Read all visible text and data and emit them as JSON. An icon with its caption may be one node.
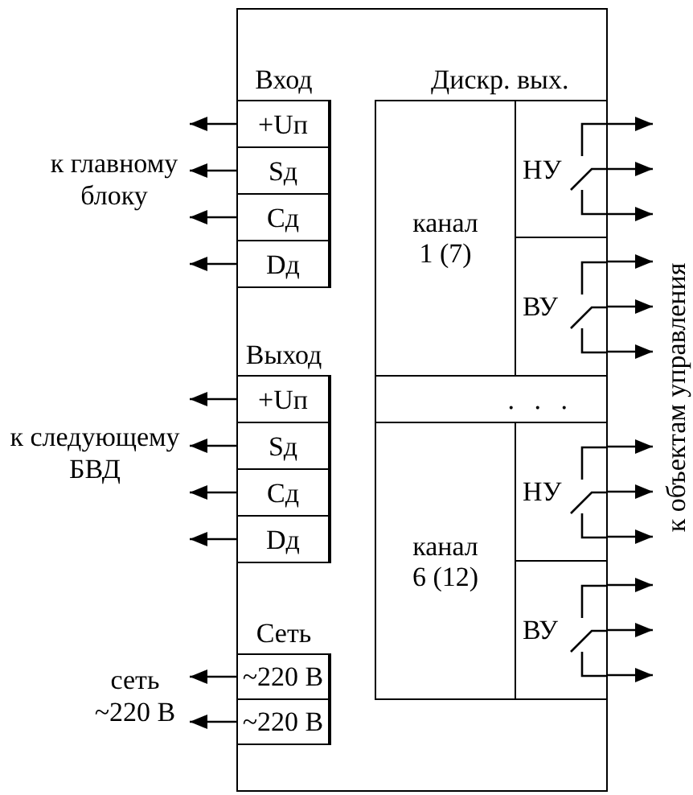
{
  "diagram": {
    "nodes": [
      {
        "text": [],
        "shape": "box"
      },
      {
        "text": [
          "к главному блоку"
        ]
      },
      {
        "text": [
          "Вход"
        ],
        "in": 0
      },
      {
        "text": [
          "+Uп"
        ],
        "in": 2
      },
      {
        "text": [
          "Sд"
        ],
        "in": 2
      },
      {
        "text": [
          "Cд"
        ],
        "in": 2
      },
      {
        "text": [
          "Dд"
        ],
        "in": 2
      },
      {
        "text": [
          "к следующему БВД"
        ]
      },
      {
        "text": [
          "Выход"
        ],
        "in": 0
      },
      {
        "text": [
          "+Uп"
        ],
        "in": 8
      },
      {
        "text": [
          "Sд"
        ],
        "in": 8
      },
      {
        "text": [
          "Cд"
        ],
        "in": 8
      },
      {
        "text": [
          "Dд"
        ],
        "in": 8
      },
      {
        "text": [
          "сеть ~220 В"
        ]
      },
      {
        "text": [
          "Сеть"
        ],
        "in": 0
      },
      {
        "text": [
          "~220 В"
        ],
        "in": 14
      },
      {
        "text": [
          "~220 В"
        ],
        "in": 14
      },
      {
        "text": [
          "Дискр. вых."
        ],
        "in": 0
      },
      {
        "text": [
          "канал 1 (7)"
        ],
        "in": 17
      },
      {
        "text": [
          "НУ"
        ],
        "in": 17
      },
      {
        "text": [
          "ВУ"
        ],
        "in": 17
      },
      {
        "text": [
          ". . ."
        ],
        "in": 17
      },
      {
        "text": [
          "канал 6 (12)"
        ],
        "in": 17
      },
      {
        "text": [
          "НУ"
        ],
        "in": 17
      },
      {
        "text": [
          "ВУ"
        ],
        "in": 17
      },
      {
        "text": [
          "к объектам управления"
        ]
      }
    ],
    "edges": [
      {
        "from": 3,
        "to": 1,
        "arrow": "to"
      },
      {
        "from": 4,
        "to": 1,
        "arrow": "to"
      },
      {
        "from": 5,
        "to": 1,
        "arrow": "to"
      },
      {
        "from": 6,
        "to": 1,
        "arrow": "to"
      },
      {
        "from": 9,
        "to": 7,
        "arrow": "to"
      },
      {
        "from": 10,
        "to": 7,
        "arrow": "to"
      },
      {
        "from": 11,
        "to": 7,
        "arrow": "to"
      },
      {
        "from": 12,
        "to": 7,
        "arrow": "to"
      },
      {
        "from": 15,
        "to": 13,
        "arrow": "to"
      },
      {
        "from": 16,
        "to": 13,
        "arrow": "to"
      },
      {
        "from": 19,
        "to": null,
        "arrow": "to"
      },
      {
        "from": 19,
        "to": null,
        "arrow": "to"
      },
      {
        "from": 19,
        "to": 25,
        "arrow": "to"
      },
      {
        "from": 20,
        "to": 25,
        "arrow": "to"
      },
      {
        "from": 20,
        "to": 25,
        "arrow": "to"
      },
      {
        "from": 20,
        "to": 25,
        "arrow": "to"
      },
      {
        "from": 23,
        "to": 25,
        "arrow": "to"
      },
      {
        "from": 23,
        "to": 25,
        "arrow": "to"
      },
      {
        "from": 23,
        "to": 25,
        "arrow": "to"
      },
      {
        "from": 24,
        "to": 25,
        "arrow": "to"
      },
      {
        "from": 24,
        "to": null,
        "arrow": "to"
      },
      {
        "from": 24,
        "to": null,
        "arrow": "to"
      }
    ]
  }
}
